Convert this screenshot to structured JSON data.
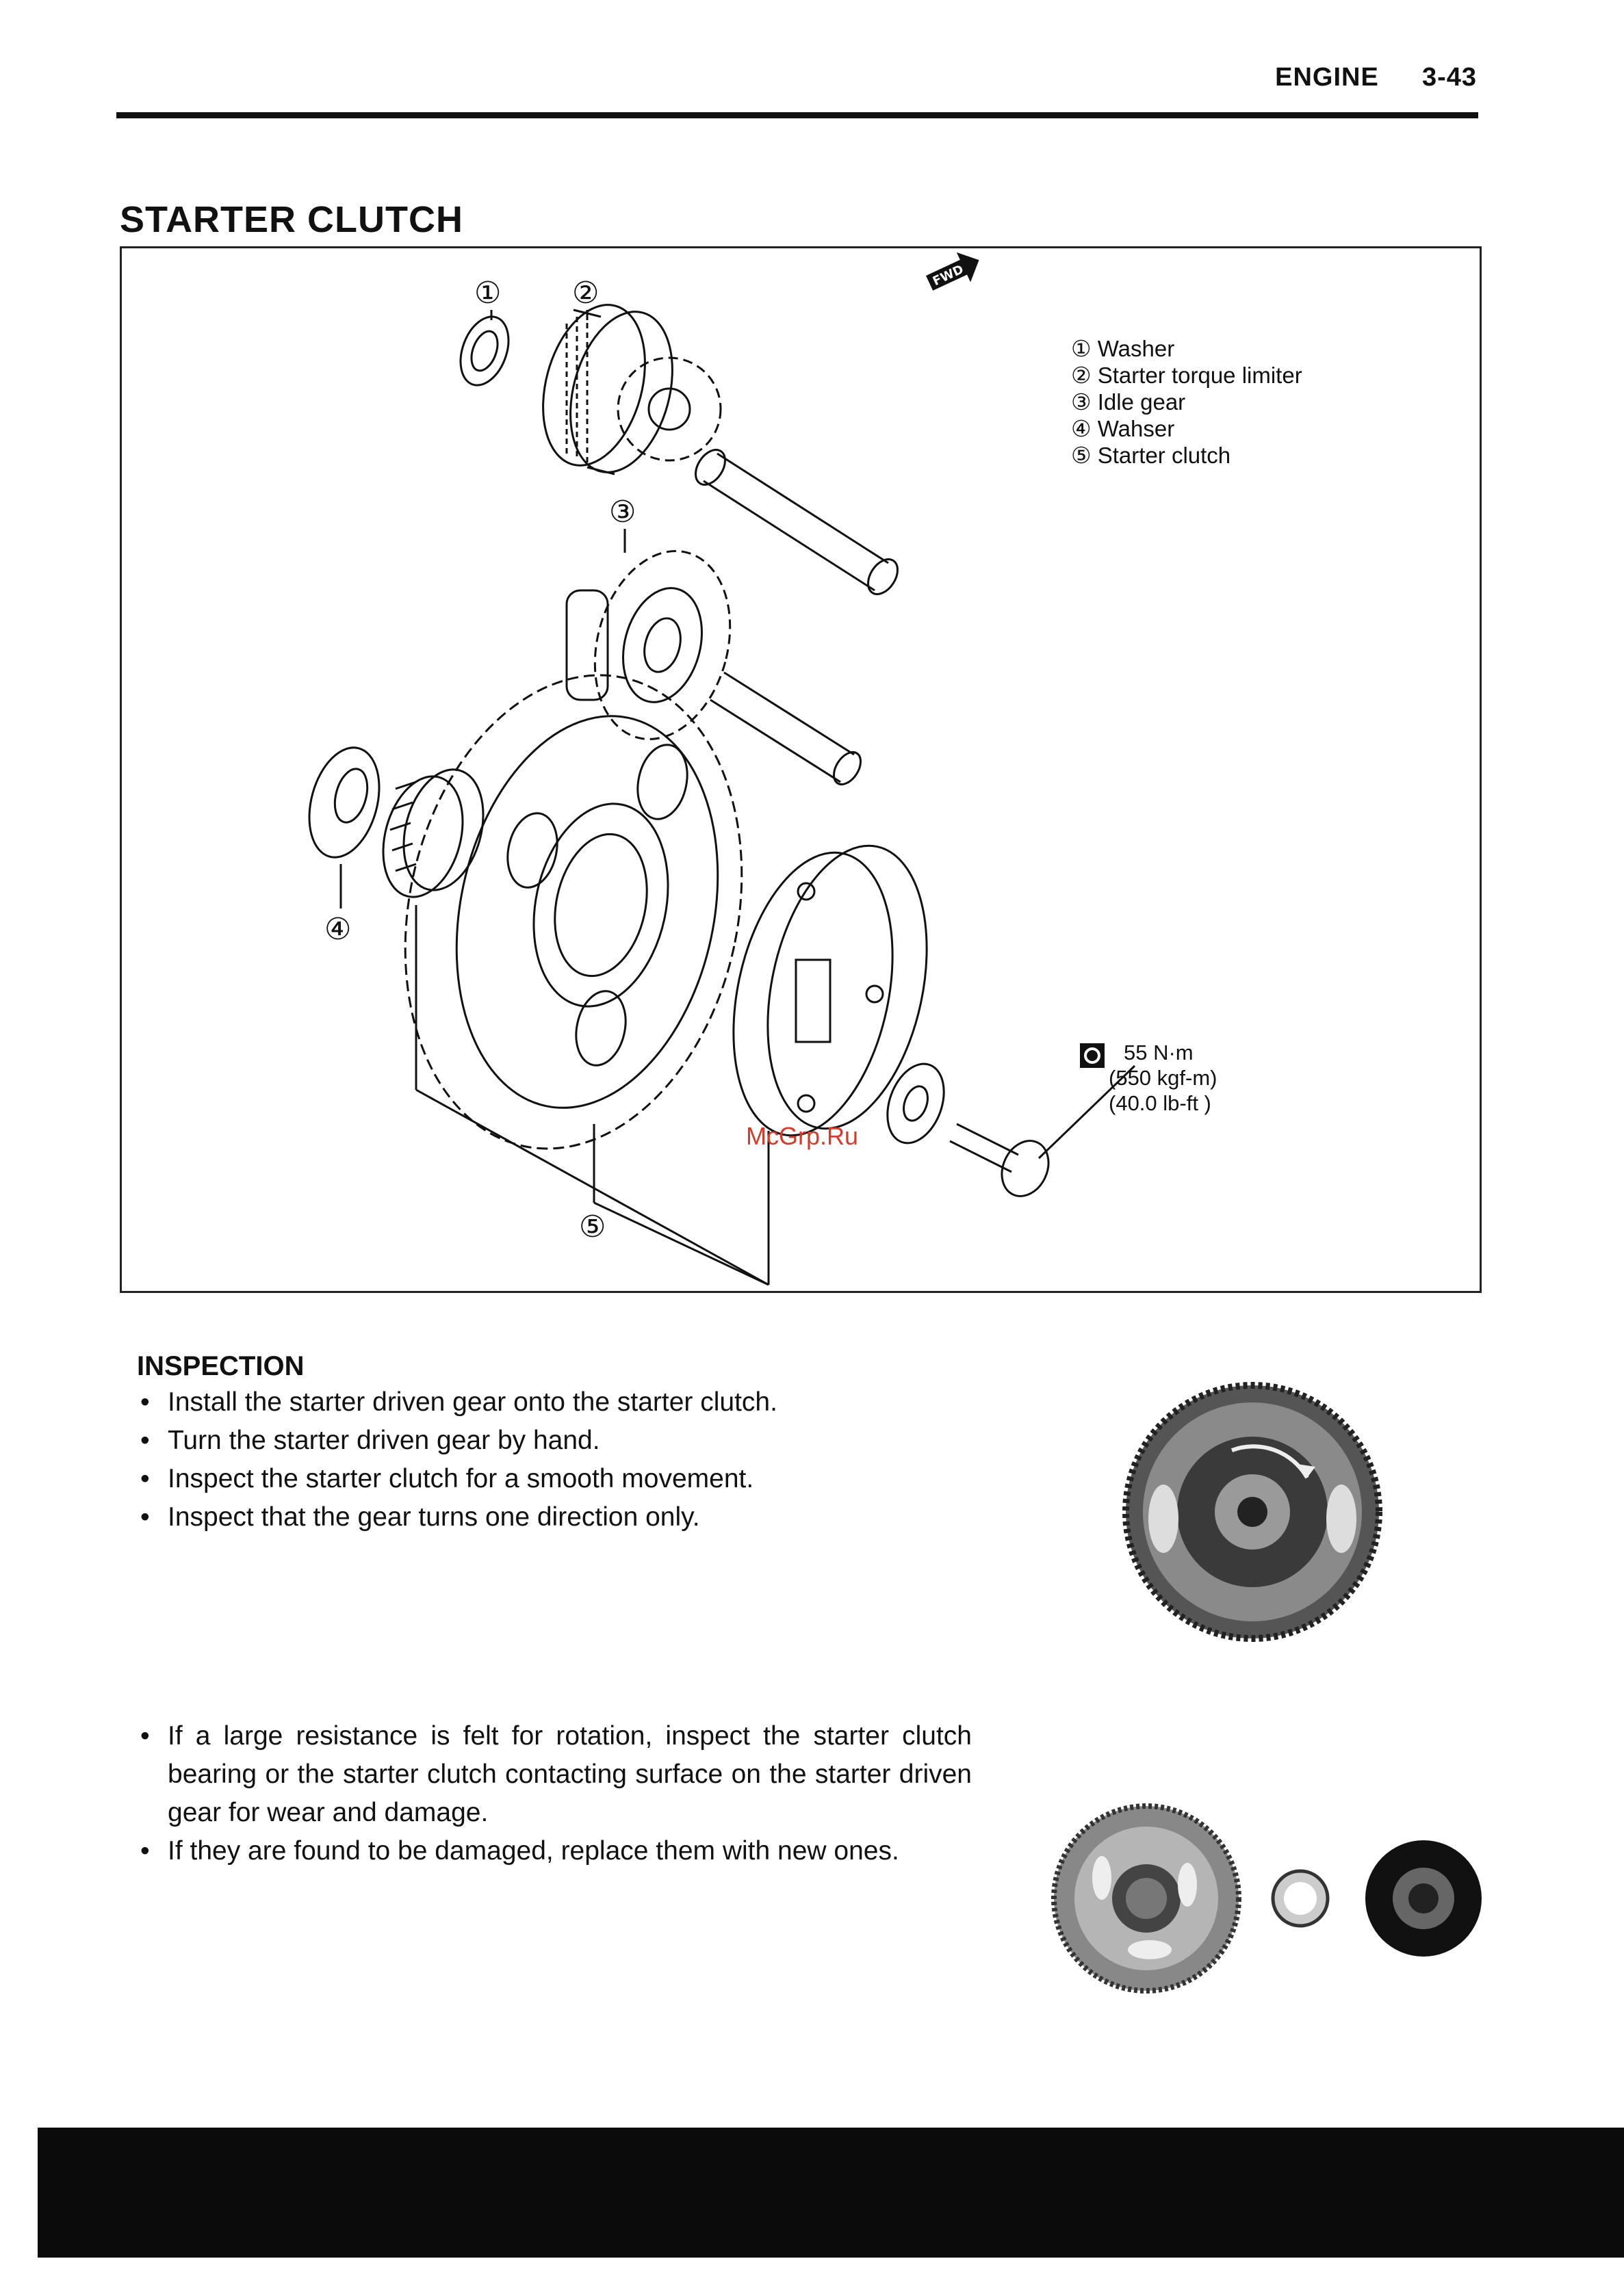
{
  "header": {
    "section": "ENGINE",
    "page": "3-43"
  },
  "title": "STARTER CLUTCH",
  "diagram": {
    "fwd_label": "FWD",
    "callouts": [
      "①",
      "②",
      "③",
      "④",
      "⑤"
    ],
    "legend": [
      "① Washer",
      "② Starter torque limiter",
      "③ Idle gear",
      "④ Wahser",
      "⑤ Starter clutch"
    ],
    "torque": {
      "nm": "55 N·m",
      "kgf": "(550 kgf-m)",
      "lbft": "(40.0 lb-ft )"
    },
    "watermark": "McGrp.Ru"
  },
  "inspection": {
    "title": "INSPECTION",
    "bullets_a": [
      "Install the starter driven gear onto the starter clutch.",
      "Turn the starter driven gear by hand.",
      "Inspect the starter clutch for a smooth movement.",
      "Inspect that the gear turns one direction only."
    ],
    "bullets_b": [
      "If a large resistance is felt for rotation, inspect the starter clutch bearing or the starter clutch contacting surface on the starter driven gear for wear and damage.",
      "If they are found to be damaged, replace them with new ones."
    ],
    "bullet_char": "•"
  }
}
